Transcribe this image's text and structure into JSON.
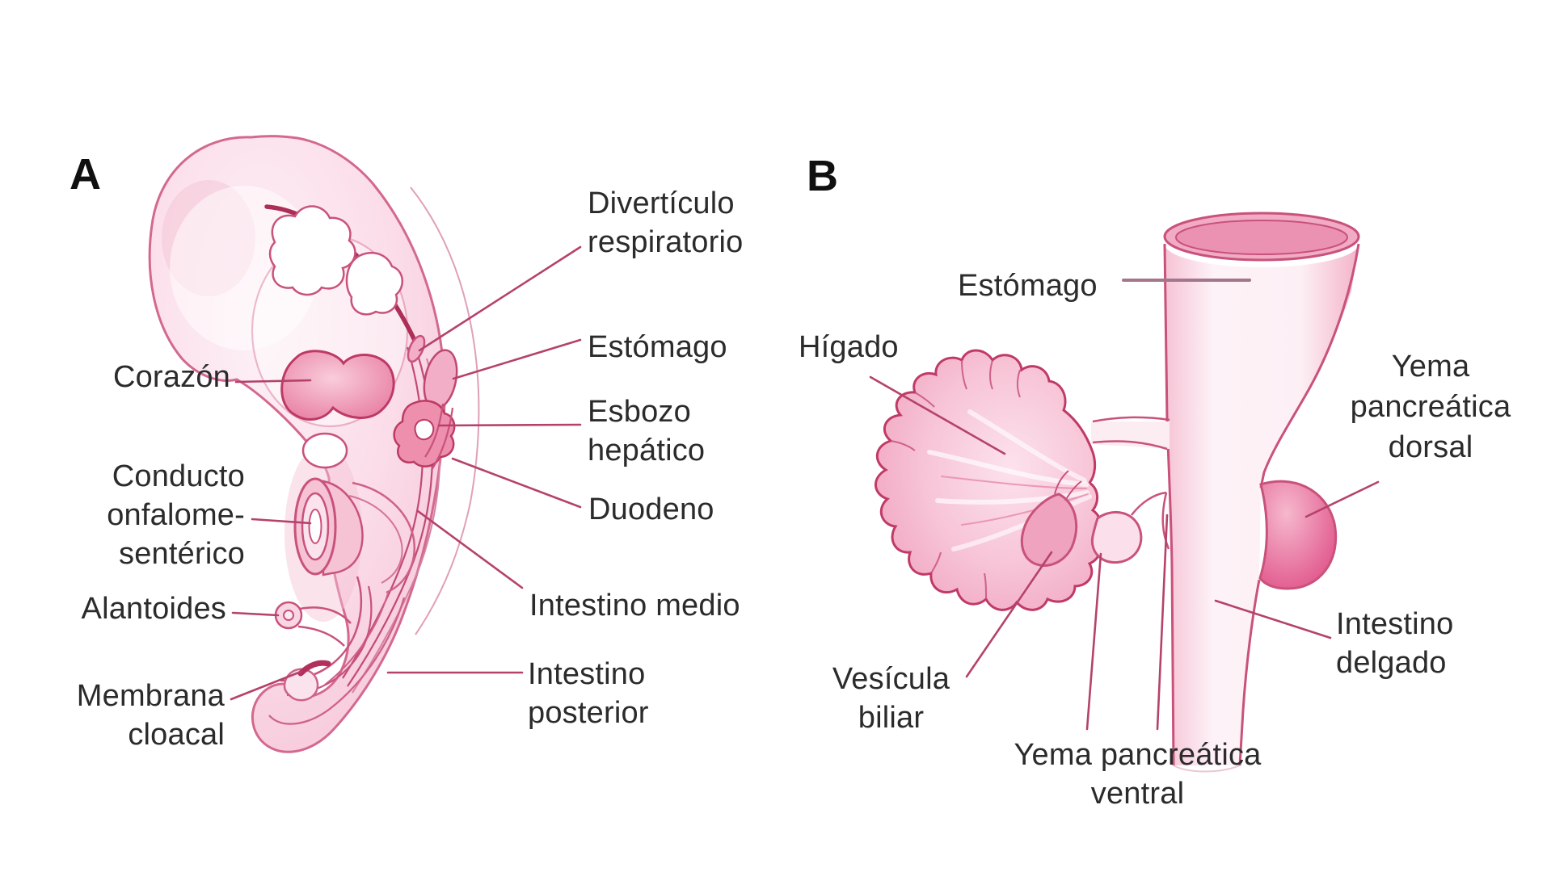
{
  "figure": {
    "description": "Embryonic development of the digestive system, two-panel anatomical diagram",
    "colors": {
      "background": "#ffffff",
      "label_text": "#2b2b2b",
      "panel_letter": "#101010",
      "outline_rose": "#c9527b",
      "outline_dark": "#b2315c",
      "fill_pale": "#fdeef4",
      "fill_light": "#f9d6e3",
      "fill_mid": "#f3aec7",
      "fill_deep": "#ee8fae",
      "accent_dark": "#e0548a",
      "leader_line": "#b5426b",
      "leader_muted": "#a4768c"
    },
    "panels": {
      "a": {
        "letter": "A",
        "labels": {
          "corazon": "Corazón",
          "conducto": [
            "Conducto",
            "onfalome-",
            "sentérico"
          ],
          "alantoides": "Alantoides",
          "membrana": [
            "Membrana",
            "cloacal"
          ],
          "diverticulo": [
            "Divertículo",
            "respiratorio"
          ],
          "estomago": "Estómago",
          "esbozo": [
            "Esbozo",
            "hepático"
          ],
          "duodeno": "Duodeno",
          "intestino_medio": "Intestino medio",
          "intestino_posterior": [
            "Intestino",
            "posterior"
          ]
        }
      },
      "b": {
        "letter": "B",
        "labels": {
          "estomago": "Estómago",
          "higado": "Hígado",
          "yema_dorsal": [
            "Yema",
            "pancreática",
            "dorsal"
          ],
          "vesicula": [
            "Vesícula",
            "biliar"
          ],
          "yema_ventral": [
            "Yema pancreática",
            "ventral"
          ],
          "intestino_delgado": [
            "Intestino",
            "delgado"
          ]
        }
      }
    }
  }
}
